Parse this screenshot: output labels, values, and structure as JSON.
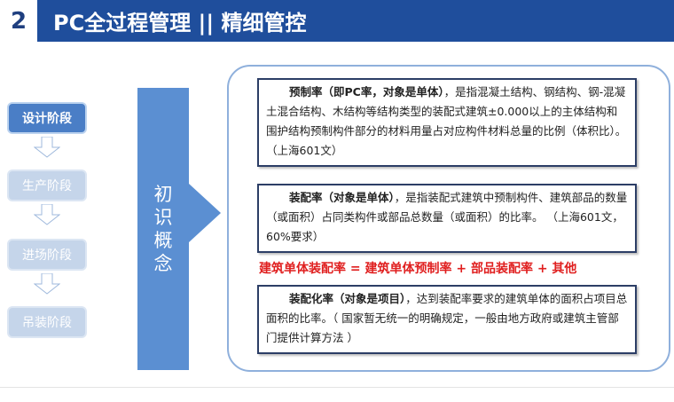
{
  "header": {
    "number": "2",
    "title": "PC全过程管理 || 精细管控"
  },
  "stages": [
    {
      "label": "设计阶段",
      "active": true
    },
    {
      "label": "生产阶段",
      "active": false
    },
    {
      "label": "进场阶段",
      "active": false
    },
    {
      "label": "吊装阶段",
      "active": false
    }
  ],
  "concept_label": "初识概念",
  "definitions": [
    {
      "term": "预制率（即PC率，对象是单体）",
      "text": "，是指混凝土结构、钢结构、钢-混凝土混合结构、木结构等结构类型的装配式建筑±0.000以上的主体结构和围护结构预制构件部分的材料用量占对应构件材料总量的比例（体积比）。（上海601文）"
    },
    {
      "term": "装配率（对象是单体）",
      "text": "，是指装配式建筑中预制构件、建筑部品的数量（或面积）占同类构件或部品总数量（或面积）的比率。 （上海601文，60%要求）"
    },
    {
      "term": "装配化率（对象是项目）",
      "text": "，达到装配率要求的建筑单体的面积占项目总面积的比率。（ 国家暂无统一的明确规定，一般由地方政府或建筑主管部门提供计算方法 ）"
    }
  ],
  "formula": "建筑单体装配率 = 建筑单体预制率 + 部品装配率 + 其他",
  "colors": {
    "header_bar": "#1f4e9c",
    "stage_active": "#4a7ec6",
    "stage_inactive": "#c5d5ea",
    "concept_block": "#5b8fd2",
    "formula": "#e01f1f"
  }
}
